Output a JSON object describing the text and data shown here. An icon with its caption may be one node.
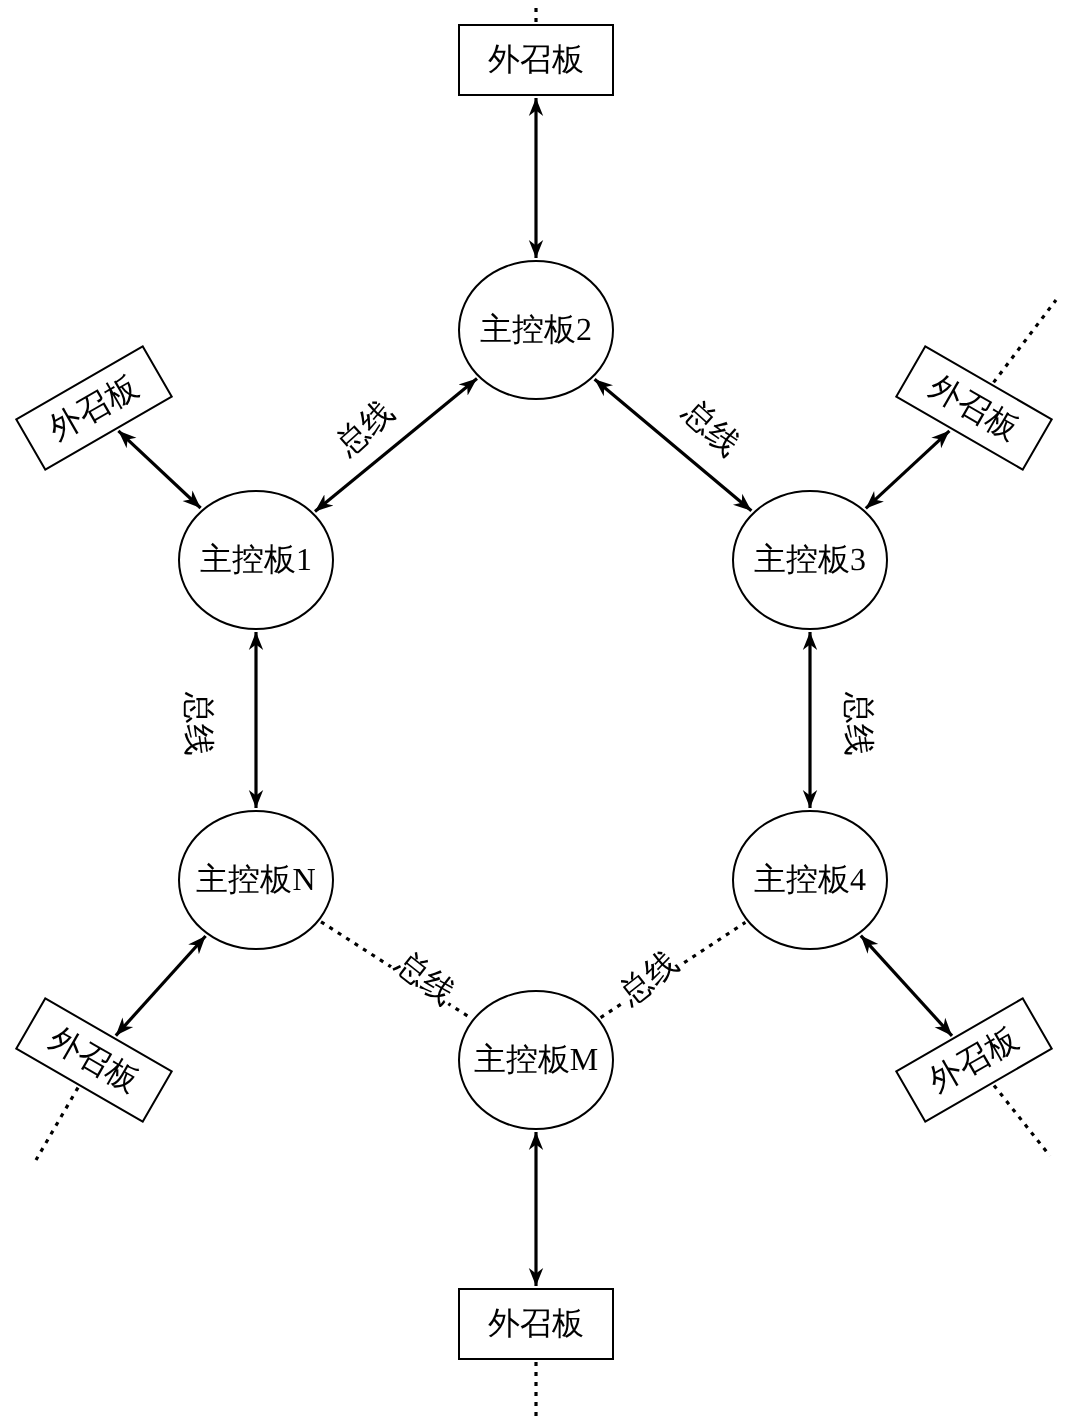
{
  "diagram": {
    "nodes": [
      {
        "text": [
          "外召板"
        ]
      },
      {
        "text": [
          "主控板2"
        ]
      },
      {
        "text": [
          "外召板"
        ]
      },
      {
        "text": [
          "外召板"
        ]
      },
      {
        "text": [
          "主控板1"
        ]
      },
      {
        "text": [
          "主控板3"
        ]
      },
      {
        "text": [
          "主控板N"
        ]
      },
      {
        "text": [
          "主控板4"
        ]
      },
      {
        "text": [
          "外召板"
        ]
      },
      {
        "text": [
          "外召板"
        ]
      },
      {
        "text": [
          "主控板M"
        ]
      },
      {
        "text": [
          "外召板"
        ]
      }
    ],
    "edges": [
      {
        "from": 0,
        "to": 1,
        "arrow": "both"
      },
      {
        "from": 4,
        "to": 1,
        "arrow": "both",
        "label": "总线"
      },
      {
        "from": 1,
        "to": 5,
        "arrow": "both",
        "label": "总线"
      },
      {
        "from": 2,
        "to": 4,
        "arrow": "both"
      },
      {
        "from": 3,
        "to": 5,
        "arrow": "both"
      },
      {
        "from": 4,
        "to": 6,
        "arrow": "both",
        "label": "总线"
      },
      {
        "from": 5,
        "to": 7,
        "arrow": "both",
        "label": "总线"
      },
      {
        "from": 6,
        "to": 10,
        "arrow": "none",
        "style": "dashed",
        "label": "总线"
      },
      {
        "from": 10,
        "to": 7,
        "arrow": "none",
        "style": "dashed",
        "label": "总线"
      },
      {
        "from": 8,
        "to": 6,
        "arrow": "both"
      },
      {
        "from": 9,
        "to": 7,
        "arrow": "both"
      },
      {
        "from": 10,
        "to": 11,
        "arrow": "both"
      },
      {
        "from": 0,
        "to": null,
        "arrow": "none",
        "style": "dashed"
      },
      {
        "from": 3,
        "to": null,
        "arrow": "none",
        "style": "dashed"
      },
      {
        "from": 8,
        "to": null,
        "arrow": "none",
        "style": "dashed"
      },
      {
        "from": 9,
        "to": null,
        "arrow": "none",
        "style": "dashed"
      },
      {
        "from": 11,
        "to": null,
        "arrow": "none",
        "style": "dashed"
      }
    ]
  }
}
